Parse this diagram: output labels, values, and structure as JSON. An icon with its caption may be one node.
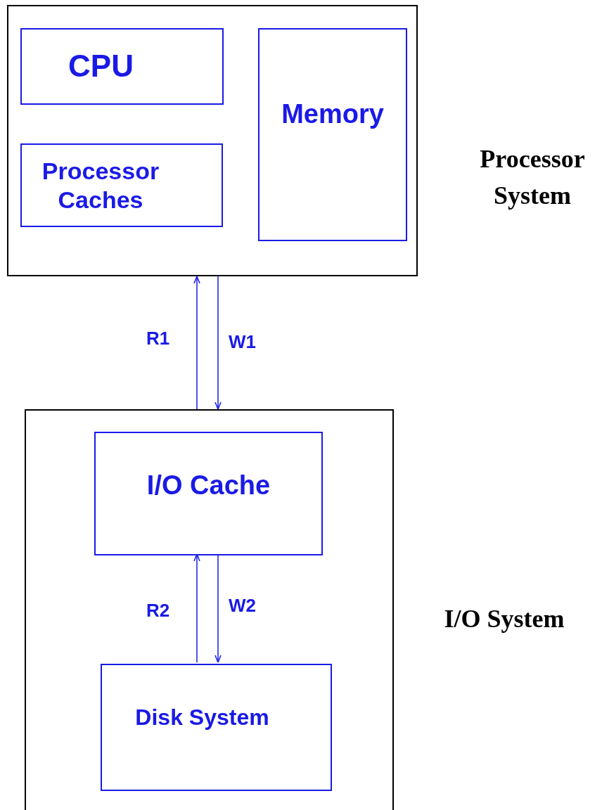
{
  "diagram": {
    "nodes": [
      {
        "text": [
          "Processor System"
        ]
      },
      {
        "text": [
          "CPU"
        ],
        "in": 0
      },
      {
        "text": [
          "Processor Caches"
        ],
        "in": 0
      },
      {
        "text": [
          "Memory"
        ],
        "in": 0
      },
      {
        "text": [
          "I/O System"
        ]
      },
      {
        "text": [
          "I/O Cache"
        ],
        "in": 4
      },
      {
        "text": [
          "Disk System"
        ],
        "in": 4
      }
    ],
    "edges": [
      {
        "from": 4,
        "to": 0,
        "arrow": "to",
        "label": "R1"
      },
      {
        "from": 0,
        "to": 4,
        "arrow": "to",
        "label": "W1"
      },
      {
        "from": 6,
        "to": 5,
        "arrow": "to",
        "label": "R2"
      },
      {
        "from": 5,
        "to": 6,
        "arrow": "to",
        "label": "W2"
      }
    ]
  }
}
